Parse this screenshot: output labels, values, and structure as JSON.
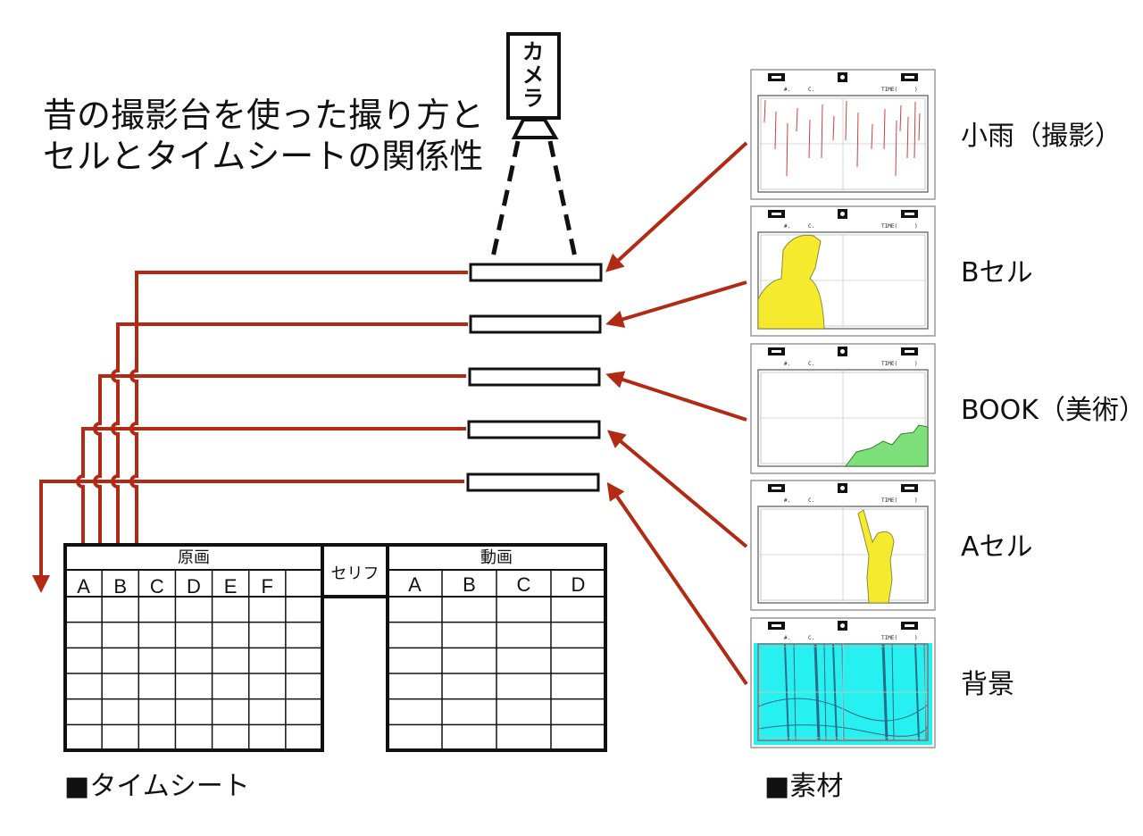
{
  "title": [
    "昔の撮影台を使った撮り方と",
    "セルとタイムシートの関係性"
  ],
  "camera": {
    "label": "カメラ"
  },
  "timesheet": {
    "caption": "■タイムシート",
    "genga_header": "原画",
    "serif_header": "セリフ",
    "douga_header": "動画",
    "genga_columns": [
      "A",
      "B",
      "C",
      "D",
      "E",
      "F",
      ""
    ],
    "douga_columns": [
      "A",
      "B",
      "C",
      "D"
    ]
  },
  "materials": {
    "caption": "■素材",
    "items": [
      {
        "label": "小雨（撮影）",
        "kind": "rain"
      },
      {
        "label": "Bセル",
        "kind": "b-cel"
      },
      {
        "label": "BOOK（美術）",
        "kind": "book"
      },
      {
        "label": "Aセル",
        "kind": "a-cel"
      },
      {
        "label": "背景",
        "kind": "background"
      }
    ],
    "sheet_text": {
      "field_a": "#.",
      "field_b": "C.",
      "field_time": "TIME(",
      "field_close": ")"
    }
  },
  "colors": {
    "arrow": "#b22a14",
    "cel_fill": "#f5ea2e",
    "book_fill": "#7ee07a",
    "bg_fill": "#27f0f0",
    "rain": "#c94040"
  }
}
